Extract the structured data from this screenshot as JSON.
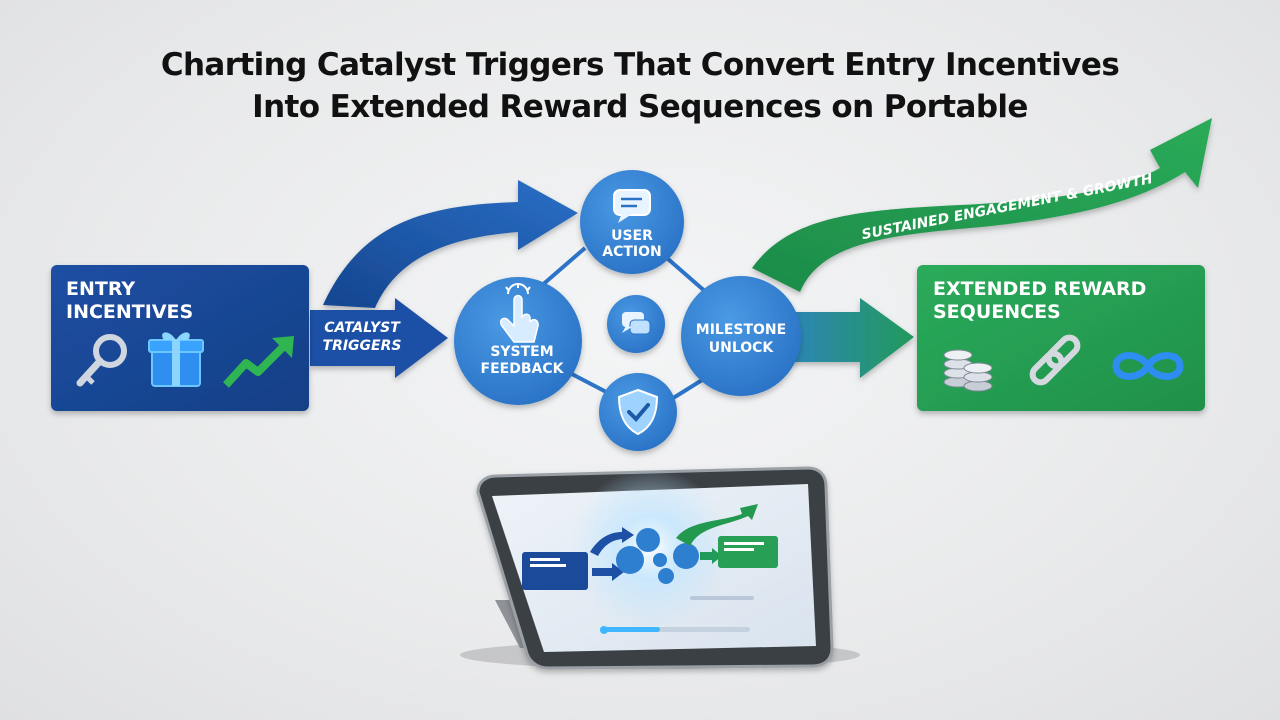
{
  "title": {
    "line1": "Charting Catalyst Triggers That Convert Entry Incentives",
    "line2": "Into Extended Reward Sequences on Portable"
  },
  "entry_box": {
    "line1": "ENTRY",
    "line2": "INCENTIVES",
    "color": "#1c4a9a"
  },
  "catalyst_arrow": {
    "line1": "CATALYST",
    "line2": "TRIGGERS",
    "color": "#1e50a6"
  },
  "user_action": {
    "line1": "USER",
    "line2": "ACTION"
  },
  "system_feedback": {
    "line1": "SYSTEM",
    "line2": "FEEDBACK"
  },
  "milestone_unlock": {
    "line1": "MILESTONE",
    "line2": "UNLOCK"
  },
  "growth_arrow": {
    "label": "SUSTAINED ENGAGEMENT & GROWTH",
    "color": "#22994f"
  },
  "reward_box": {
    "line1": "EXTENDED REWARD",
    "line2": "SEQUENCES",
    "color": "#27a055"
  },
  "icons": [
    "key-icon",
    "gift-icon",
    "trend-up-icon",
    "chat-bubble-icon",
    "tap-icon",
    "chat-icon",
    "shield-check-icon",
    "coins-icon",
    "chain-link-icon",
    "infinity-icon"
  ],
  "colors": {
    "node_blue": "#2f7fd0",
    "accent_cyan": "#3fb6ff",
    "green": "#1f9a4d"
  }
}
